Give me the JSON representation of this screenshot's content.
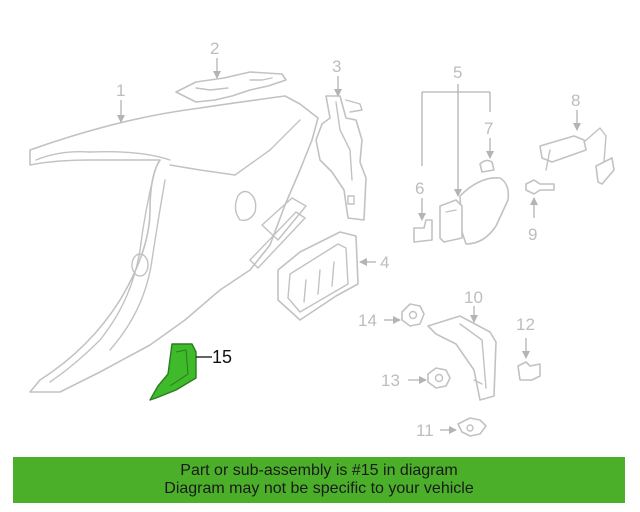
{
  "diagram": {
    "callouts": {
      "c1": "1",
      "c2": "2",
      "c3": "3",
      "c4": "4",
      "c5": "5",
      "c6": "6",
      "c7": "7",
      "c8": "8",
      "c9": "9",
      "c10": "10",
      "c11": "11",
      "c12": "12",
      "c13": "13",
      "c14": "14",
      "c15": "15"
    },
    "highlighted_part": "15",
    "highlight_color": "#3fba2b"
  },
  "banner": {
    "line1": "Part or sub-assembly is #15 in diagram",
    "line2": "Diagram may not be specific to your vehicle",
    "background": "#4caf2a"
  }
}
